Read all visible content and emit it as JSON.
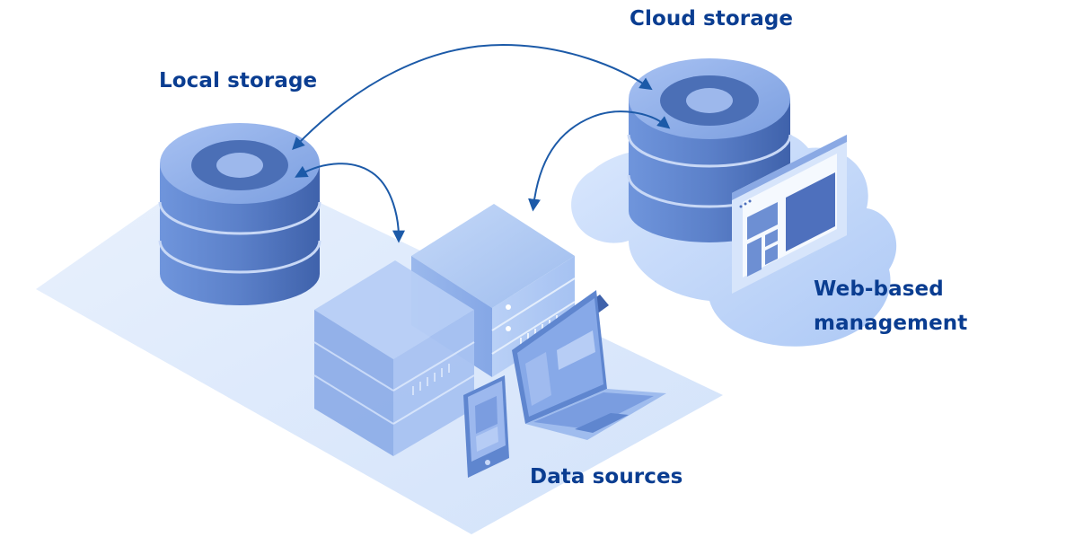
{
  "labels": {
    "local_storage": "Local storage",
    "cloud_storage": "Cloud storage",
    "web_management_line1": "Web-based",
    "web_management_line2": "management",
    "data_sources": "Data sources"
  },
  "colors": {
    "label_text": "#0a3d91",
    "arrow": "#1c5aa8",
    "platform": "#dfeafb",
    "cylinder_body": "#5f86cf",
    "cylinder_top": "#90aeea",
    "cylinder_ring": "#4b6fb6",
    "server_face": "#a9c4f1",
    "cloud_fill": "#c8dcfa",
    "panel_dark": "#4e70bd"
  },
  "icons": [
    "database-icon",
    "server-icon",
    "laptop-icon",
    "tablet-icon",
    "cloud-icon",
    "dashboard-window-icon"
  ]
}
